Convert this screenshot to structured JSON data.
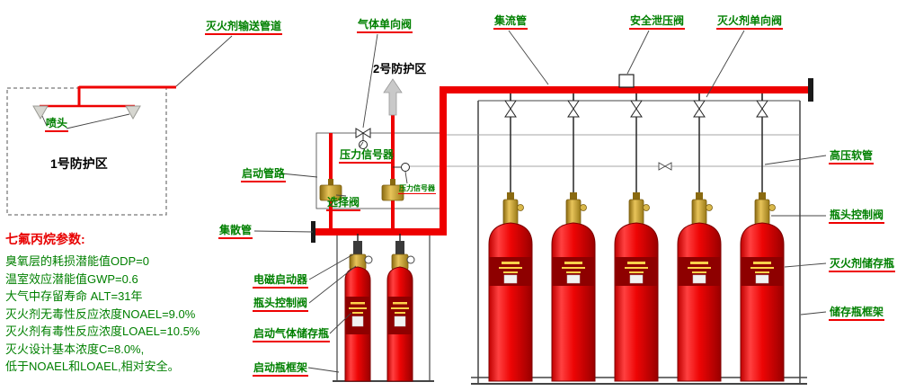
{
  "labels": {
    "delivery_pipe": "灭火剂输送管道",
    "gas_check_valve": "气体单向阀",
    "zone2": "2号防护区",
    "manifold": "集流管",
    "safety_relief_valve": "安全泄压阀",
    "agent_check_valve": "灭火剂单向阀",
    "nozzle": "喷头",
    "zone1": "1号防护区",
    "start_line": "启动管路",
    "pressure_signal_1": "压力信号器",
    "selector_valve": "选择阀",
    "pressure_signal_2": "压力信号器",
    "collect_pipe": "集散管",
    "solenoid_actuator": "电磁启动器",
    "starter_bottle_valve": "瓶头控制阀",
    "starter_gas_bottle": "启动气体储存瓶",
    "starter_bottle_frame": "启动瓶框架",
    "hp_hose": "高压软管",
    "cylinder_valve": "瓶头控制阀",
    "agent_cylinder": "灭火剂储存瓶",
    "cylinder_frame": "储存瓶框架"
  },
  "parameters": {
    "heading": "七氟丙烷参数:",
    "lines": [
      "臭氧层的耗损潜能值ODP=0",
      "温室效应潜能值GWP=0.6",
      "大气中存留寿命 ALT=31年",
      "灭火剂无毒性反应浓度NOAEL=9.0%",
      "灭火剂有毒性反应浓度LOAEL=10.5%",
      "灭火设计基本浓度C=8.0%,",
      "低于NOAEL和LOAEL,相对安全。"
    ]
  },
  "colors": {
    "pipe_red": "#ee0000",
    "label_green": "#008000",
    "heading_red": "#e80000",
    "valve_gold": "#d9b84a",
    "cylinder_red": "#ee0505",
    "band_dark_red": "#8e0000",
    "frame_gray": "#444444",
    "arrow_gray": "#c9c9c9"
  }
}
